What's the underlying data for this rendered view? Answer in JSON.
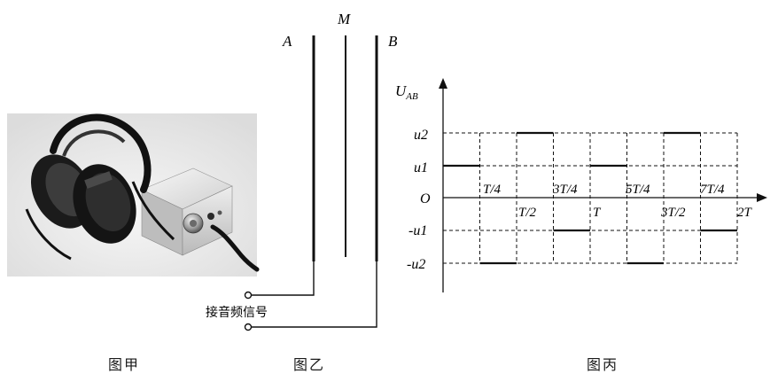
{
  "figure1": {
    "caption": "图甲"
  },
  "figure2": {
    "caption": "图乙",
    "label_a": "A",
    "label_m": "M",
    "label_b": "B",
    "input_label": "接音频信号"
  },
  "figure3": {
    "caption": "图丙",
    "y_axis_label": "U",
    "y_axis_sub": "AB",
    "origin": "O",
    "y_ticks": [
      "u2",
      "u1",
      "-u1",
      "-u2"
    ],
    "x_ticks_above": [
      "T/4",
      "3T/4",
      "5T/4",
      "7T/4"
    ],
    "x_ticks_below": [
      "T/2",
      "T",
      "3T/2",
      "2T"
    ]
  },
  "chart_data": {
    "type": "line",
    "title": "",
    "xlabel": "",
    "ylabel": "UAB",
    "x_unit": "T",
    "x_range": [
      0,
      2
    ],
    "y_levels": [
      "-u2",
      "-u1",
      "0",
      "u1",
      "u2"
    ],
    "segments": [
      {
        "from": 0,
        "to": 0.25,
        "value": "u1"
      },
      {
        "from": 0.25,
        "to": 0.5,
        "value": "-u2"
      },
      {
        "from": 0.5,
        "to": 0.75,
        "value": "u2"
      },
      {
        "from": 0.75,
        "to": 1.0,
        "value": "-u1"
      },
      {
        "from": 1.0,
        "to": 1.25,
        "value": "u1"
      },
      {
        "from": 1.25,
        "to": 1.5,
        "value": "-u2"
      },
      {
        "from": 1.5,
        "to": 1.75,
        "value": "u2"
      },
      {
        "from": 1.75,
        "to": 2.0,
        "value": "-u1"
      }
    ]
  }
}
